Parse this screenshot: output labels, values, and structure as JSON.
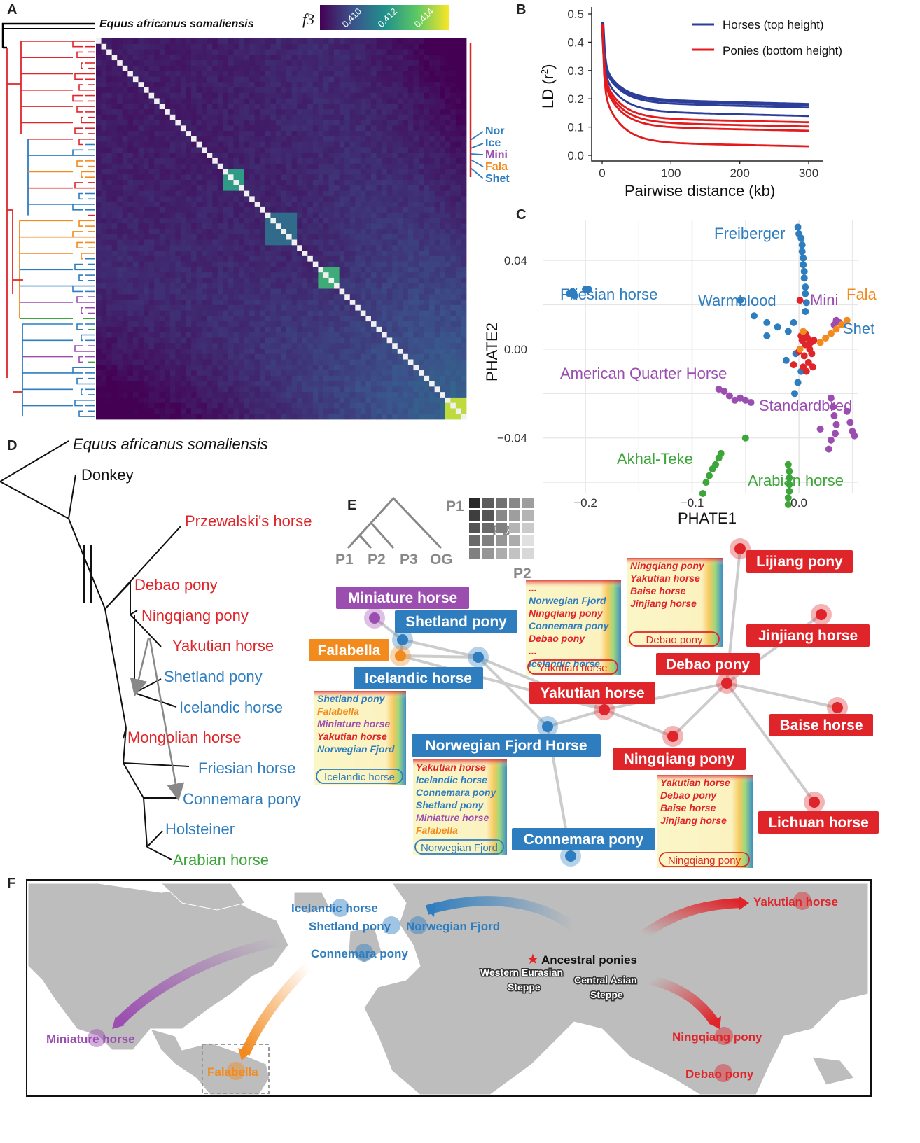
{
  "panels": {
    "A": "A",
    "B": "B",
    "C": "C",
    "D": "D",
    "E": "E",
    "F": "F"
  },
  "colors": {
    "horse_blue": "#2e7dbf",
    "pony_red": "#e0252a",
    "mini_purple": "#9b4db0",
    "fala_orange": "#f28a1e",
    "arab_green": "#3da63a",
    "ld_blue": "#2c3e9a",
    "ld_red": "#e41a1c"
  },
  "panel_a": {
    "outgroup": "Equus africanus somaliensis",
    "legend_title": "f3",
    "legend_ticks": [
      "0.410",
      "0.412",
      "0.414"
    ],
    "side_labels": [
      {
        "text": "Nor",
        "color": "blue"
      },
      {
        "text": "Ice",
        "color": "blue"
      },
      {
        "text": "Mini",
        "color": "purple"
      },
      {
        "text": "Fala",
        "color": "orange"
      },
      {
        "text": "Shet",
        "color": "blue"
      }
    ]
  },
  "chart_data": [
    {
      "panel": "B",
      "type": "line",
      "xlabel": "Pairwise distance (kb)",
      "ylabel": "LD (r2)",
      "xlim": [
        0,
        300
      ],
      "ylim": [
        0,
        0.5
      ],
      "xticks": [
        "0",
        "100",
        "200",
        "300"
      ],
      "yticks": [
        "0.0",
        "0.1",
        "0.2",
        "0.3",
        "0.4",
        "0.5"
      ],
      "legend_position": "top-right",
      "series": [
        {
          "name": "Horses (top height)",
          "color": "#2c3e9a",
          "curves_plateau": [
            0.185,
            0.175,
            0.145
          ]
        },
        {
          "name": "Ponies (bottom height)",
          "color": "#e41a1c",
          "curves_plateau": [
            0.12,
            0.105,
            0.09,
            0.035
          ]
        }
      ]
    },
    {
      "panel": "C",
      "type": "scatter",
      "xlabel": "PHATE1",
      "ylabel": "PHATE2",
      "xlim": [
        -0.24,
        0.055
      ],
      "ylim": [
        -0.065,
        0.058
      ],
      "xticks": [
        "−0.2",
        "−0.1",
        "0.0"
      ],
      "yticks": [
        "0.04",
        "0.00",
        "−0.04"
      ],
      "grid": true,
      "group_labels": [
        {
          "text": "Freiberger",
          "color": "blue"
        },
        {
          "text": "Friesian horse",
          "color": "blue"
        },
        {
          "text": "Warmblood",
          "color": "blue"
        },
        {
          "text": "Mini",
          "color": "purple"
        },
        {
          "text": "Fala",
          "color": "orange"
        },
        {
          "text": "Shet",
          "color": "blue"
        },
        {
          "text": "American Quarter Horse",
          "color": "purple"
        },
        {
          "text": "Standardbred",
          "color": "purple"
        },
        {
          "text": "Akhal-Teke",
          "color": "green"
        },
        {
          "text": "Arabian horse",
          "color": "green"
        }
      ],
      "clusters": [
        {
          "label": "Friesian horse",
          "color": "#2e7dbf",
          "points": [
            [
              -0.215,
              0.025
            ],
            [
              -0.212,
              0.026
            ],
            [
              -0.21,
              0.024
            ],
            [
              -0.2,
              0.027
            ],
            [
              -0.197,
              0.027
            ]
          ]
        },
        {
          "label": "Freiberger",
          "color": "#2e7dbf",
          "points": [
            [
              0.0,
              0.052
            ],
            [
              0.002,
              0.05
            ],
            [
              0.003,
              0.047
            ],
            [
              0.003,
              0.044
            ],
            [
              0.004,
              0.041
            ],
            [
              0.004,
              0.038
            ],
            [
              0.005,
              0.035
            ],
            [
              0.005,
              0.032
            ],
            [
              0.006,
              0.028
            ],
            [
              0.006,
              0.025
            ],
            [
              0.007,
              0.021
            ],
            [
              0.006,
              0.017
            ],
            [
              -0.001,
              0.055
            ]
          ]
        },
        {
          "label": "Warmblood",
          "color": "#2e7dbf",
          "points": [
            [
              -0.055,
              0.022
            ],
            [
              -0.042,
              0.015
            ],
            [
              -0.03,
              0.012
            ],
            [
              -0.02,
              0.01
            ],
            [
              -0.01,
              0.008
            ],
            [
              -0.005,
              0.012
            ],
            [
              -0.03,
              0.006
            ],
            [
              -0.003,
              -0.002
            ],
            [
              -0.012,
              -0.005
            ],
            [
              -0.001,
              -0.015
            ],
            [
              -0.004,
              -0.02
            ],
            [
              0.002,
              -0.01
            ]
          ]
        },
        {
          "label": "Ponies",
          "color": "#e0252a",
          "points": [
            [
              0.003,
              0.004
            ],
            [
              0.006,
              0.002
            ],
            [
              0.008,
              0.005
            ],
            [
              0.01,
              0.0
            ],
            [
              0.005,
              -0.003
            ],
            [
              0.009,
              -0.006
            ],
            [
              0.012,
              -0.002
            ],
            [
              0.004,
              -0.008
            ],
            [
              0.007,
              -0.01
            ],
            [
              0.011,
              0.003
            ],
            [
              0.013,
              -0.008
            ],
            [
              0.002,
              0.006
            ],
            [
              0.014,
              0.004
            ],
            [
              0.0,
              -0.001
            ],
            [
              0.001,
              0.022
            ],
            [
              -0.005,
              -0.007
            ],
            [
              0.006,
              0.007
            ]
          ]
        },
        {
          "label": "Mini",
          "color": "#9b4db0",
          "points": [
            [
              0.035,
              0.013
            ],
            [
              0.038,
              0.012
            ],
            [
              0.033,
              0.011
            ]
          ]
        },
        {
          "label": "Fala",
          "color": "#f28a1e",
          "points": [
            [
              0.045,
              0.013
            ],
            [
              0.04,
              0.011
            ],
            [
              0.035,
              0.009
            ],
            [
              0.03,
              0.007
            ],
            [
              0.025,
              0.005
            ],
            [
              0.02,
              0.003
            ],
            [
              0.004,
              0.008
            ],
            [
              0.001,
              0.0
            ]
          ]
        },
        {
          "label": "American Quarter Horse",
          "color": "#9b4db0",
          "points": [
            [
              -0.075,
              -0.018
            ],
            [
              -0.07,
              -0.019
            ],
            [
              -0.065,
              -0.021
            ],
            [
              -0.06,
              -0.023
            ],
            [
              -0.055,
              -0.022
            ],
            [
              -0.05,
              -0.023
            ],
            [
              -0.045,
              -0.024
            ]
          ]
        },
        {
          "label": "Standardbred",
          "color": "#9b4db0",
          "points": [
            [
              0.03,
              -0.022
            ],
            [
              0.032,
              -0.026
            ],
            [
              0.033,
              -0.03
            ],
            [
              0.035,
              -0.034
            ],
            [
              0.034,
              -0.038
            ],
            [
              0.03,
              -0.041
            ],
            [
              0.028,
              -0.045
            ],
            [
              0.045,
              -0.028
            ],
            [
              0.048,
              -0.033
            ],
            [
              0.05,
              -0.037
            ],
            [
              0.052,
              -0.039
            ],
            [
              0.02,
              -0.036
            ]
          ]
        },
        {
          "label": "Akhal-Teke",
          "color": "#3da63a",
          "points": [
            [
              -0.09,
              -0.065
            ],
            [
              -0.087,
              -0.06
            ],
            [
              -0.084,
              -0.057
            ],
            [
              -0.081,
              -0.054
            ],
            [
              -0.078,
              -0.052
            ],
            [
              -0.075,
              -0.049
            ],
            [
              -0.073,
              -0.047
            ],
            [
              -0.05,
              -0.04
            ]
          ]
        },
        {
          "label": "Arabian horse",
          "color": "#3da63a",
          "points": [
            [
              -0.01,
              -0.052
            ],
            [
              -0.009,
              -0.055
            ],
            [
              -0.009,
              -0.058
            ],
            [
              -0.009,
              -0.061
            ],
            [
              -0.009,
              -0.064
            ],
            [
              -0.01,
              -0.067
            ],
            [
              -0.01,
              -0.07
            ]
          ]
        }
      ]
    }
  ],
  "panel_d": {
    "taxa": [
      {
        "name": "Equus africanus somaliensis",
        "color": "#111"
      },
      {
        "name": "Donkey",
        "color": "#111"
      },
      {
        "name": "Przewalski's horse",
        "color": "#e0252a"
      },
      {
        "name": "Debao pony",
        "color": "#e0252a"
      },
      {
        "name": "Ningqiang pony",
        "color": "#e0252a"
      },
      {
        "name": "Yakutian horse",
        "color": "#e0252a"
      },
      {
        "name": "Shetland pony",
        "color": "#2e7dbf"
      },
      {
        "name": "Icelandic horse",
        "color": "#2e7dbf"
      },
      {
        "name": "Mongolian horse",
        "color": "#e0252a"
      },
      {
        "name": "Friesian horse",
        "color": "#2e7dbf"
      },
      {
        "name": "Connemara pony",
        "color": "#2e7dbf"
      },
      {
        "name": "Holsteiner",
        "color": "#2e7dbf"
      },
      {
        "name": "Arabian horse",
        "color": "#3da63a"
      }
    ]
  },
  "panel_e": {
    "schematic": {
      "tips": [
        "P1",
        "P2",
        "P3",
        "OG"
      ],
      "matrix_labels": [
        "P1",
        "P3",
        "P2"
      ]
    },
    "nodes": [
      {
        "label": "Miniature horse",
        "color": "#9b4db0"
      },
      {
        "label": "Shetland pony",
        "color": "#2e7dbf"
      },
      {
        "label": "Falabella",
        "color": "#f28a1e"
      },
      {
        "label": "Icelandic horse",
        "color": "#2e7dbf"
      },
      {
        "label": "Norwegian Fjord Horse",
        "color": "#2e7dbf"
      },
      {
        "label": "Connemara pony",
        "color": "#2e7dbf"
      },
      {
        "label": "Yakutian horse",
        "color": "#e0252a"
      },
      {
        "label": "Ningqiang pony",
        "color": "#e0252a"
      },
      {
        "label": "Debao pony",
        "color": "#e0252a"
      },
      {
        "label": "Lijiang pony",
        "color": "#e0252a"
      },
      {
        "label": "Jinjiang horse",
        "color": "#e0252a"
      },
      {
        "label": "Baise horse",
        "color": "#e0252a"
      },
      {
        "label": "Lichuan horse",
        "color": "#e0252a"
      }
    ],
    "boxes": [
      {
        "lines": [
          {
            "t": "...",
            "c": "#e0252a"
          },
          {
            "t": "Norwegian Fjord",
            "c": "#2e7dbf"
          },
          {
            "t": "Ningqiang pony",
            "c": "#e0252a"
          },
          {
            "t": "Connemara pony",
            "c": "#2e7dbf"
          },
          {
            "t": "Debao pony",
            "c": "#e0252a"
          },
          {
            "t": "...",
            "c": "#e0252a"
          },
          {
            "t": "Icelandic horse",
            "c": "#2e7dbf"
          }
        ],
        "target": "Yakutian horse",
        "target_color": "#e0252a"
      },
      {
        "lines": [
          {
            "t": "Ningqiang pony",
            "c": "#e0252a"
          },
          {
            "t": "Yakutian horse",
            "c": "#e0252a"
          },
          {
            "t": "Baise horse",
            "c": "#e0252a"
          },
          {
            "t": "Jinjiang horse",
            "c": "#e0252a"
          }
        ],
        "target": "Debao pony",
        "target_color": "#e0252a"
      },
      {
        "lines": [
          {
            "t": "Shetland pony",
            "c": "#2e7dbf"
          },
          {
            "t": "Falabella",
            "c": "#f28a1e"
          },
          {
            "t": "Miniature horse",
            "c": "#9b4db0"
          },
          {
            "t": "Yakutian horse",
            "c": "#e0252a"
          },
          {
            "t": "Norwegian Fjord",
            "c": "#2e7dbf"
          }
        ],
        "target": "Icelandic horse",
        "target_color": "#2e7dbf"
      },
      {
        "lines": [
          {
            "t": "Yakutian horse",
            "c": "#e0252a"
          },
          {
            "t": "Icelandic horse",
            "c": "#2e7dbf"
          },
          {
            "t": "Connemara pony",
            "c": "#2e7dbf"
          },
          {
            "t": "Shetland pony",
            "c": "#2e7dbf"
          },
          {
            "t": "Miniature horse",
            "c": "#9b4db0"
          },
          {
            "t": "Falabella",
            "c": "#f28a1e"
          }
        ],
        "target": "Norwegian Fjord",
        "target_color": "#2e7dbf"
      },
      {
        "lines": [
          {
            "t": "Yakutian horse",
            "c": "#e0252a"
          },
          {
            "t": "Debao pony",
            "c": "#e0252a"
          },
          {
            "t": "Baise horse",
            "c": "#e0252a"
          },
          {
            "t": "Jinjiang horse",
            "c": "#e0252a"
          }
        ],
        "target": "Ningqiang pony",
        "target_color": "#e0252a"
      }
    ]
  },
  "panel_f": {
    "origin": "Ancestral ponies",
    "regions": [
      "Western Eurasian",
      "Steppe",
      "Central Asian",
      "Steppe"
    ],
    "places": [
      {
        "label": "Icelandic horse",
        "color": "#2e7dbf"
      },
      {
        "label": "Shetland pony",
        "color": "#2e7dbf"
      },
      {
        "label": "Norwegian Fjord",
        "color": "#2e7dbf"
      },
      {
        "label": "Connemara pony",
        "color": "#2e7dbf"
      },
      {
        "label": "Yakutian horse",
        "color": "#e0252a"
      },
      {
        "label": "Ningqiang pony",
        "color": "#e0252a"
      },
      {
        "label": "Debao pony",
        "color": "#e0252a"
      },
      {
        "label": "Miniature horse",
        "color": "#9b4db0"
      },
      {
        "label": "Falabella",
        "color": "#f28a1e"
      }
    ]
  }
}
